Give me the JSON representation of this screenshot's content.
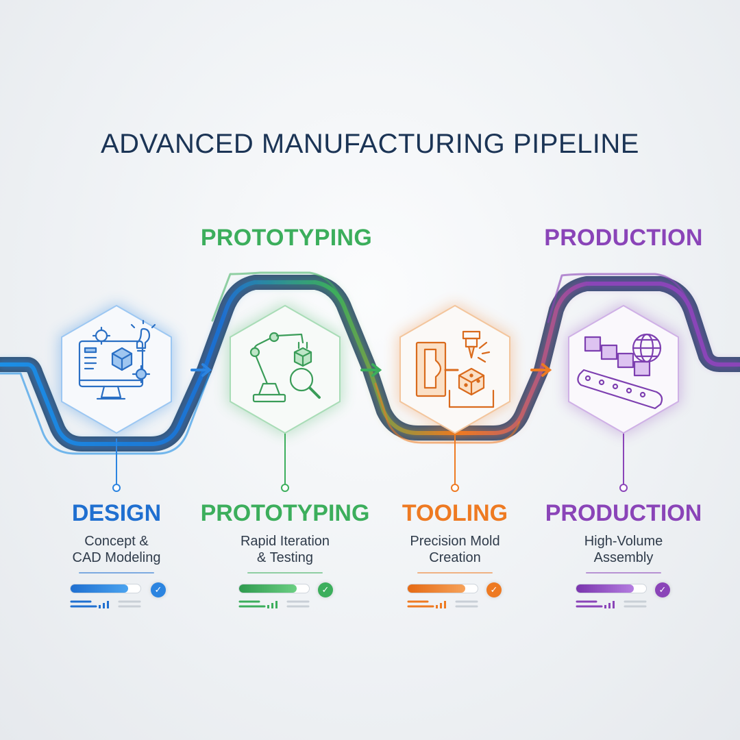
{
  "title": "ADVANCED MANUFACTURING PIPELINE",
  "top_labels": [
    {
      "text": "PROTOTYPING",
      "color": "#3cae5c"
    },
    {
      "text": "PRODUCTION",
      "color": "#8a44b8"
    }
  ],
  "stages": [
    {
      "title": "DESIGN",
      "desc_line1": "Concept &",
      "desc_line2": "CAD Modeling",
      "color": "#1f6fd0",
      "icon": "computer-cad-icon",
      "progress": 0.82,
      "status": "complete"
    },
    {
      "title": "PROTOTYPING",
      "desc_line1": "Rapid Iteration",
      "desc_line2": "& Testing",
      "color": "#3cae5c",
      "icon": "robotic-arm-icon",
      "progress": 0.82,
      "status": "complete"
    },
    {
      "title": "TOOLING",
      "desc_line1": "Precision Mold",
      "desc_line2": "Creation",
      "color": "#ee7a22",
      "icon": "cnc-mold-icon",
      "progress": 0.82,
      "status": "complete"
    },
    {
      "title": "PRODUCTION",
      "desc_line1": "High-Volume",
      "desc_line2": "Assembly",
      "color": "#8a44b8",
      "icon": "conveyor-globe-icon",
      "progress": 0.82,
      "status": "complete"
    }
  ],
  "check_glyph": "✓"
}
